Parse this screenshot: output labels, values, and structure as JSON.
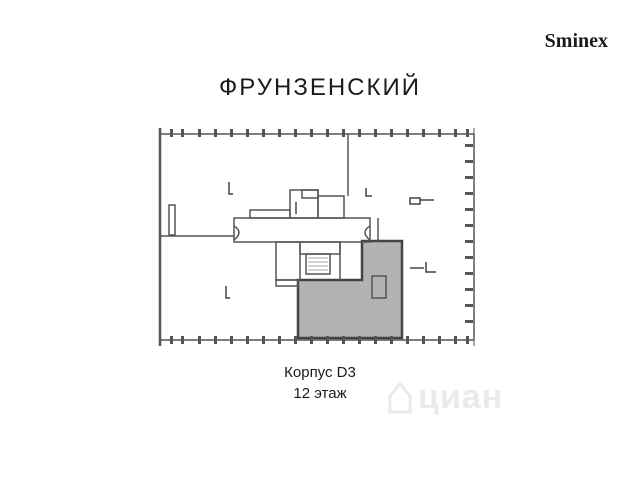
{
  "brand": {
    "logo_text": "Sminex"
  },
  "complex": {
    "name": "ФРУНЗЕНСКИЙ"
  },
  "plan": {
    "building_label": "Корпус D3",
    "floor_label": "12 этаж",
    "highlight_color": "#b3b3b3",
    "wall_color": "#444444"
  },
  "watermark": {
    "text": "циан",
    "icon": "cian-logo-icon"
  }
}
